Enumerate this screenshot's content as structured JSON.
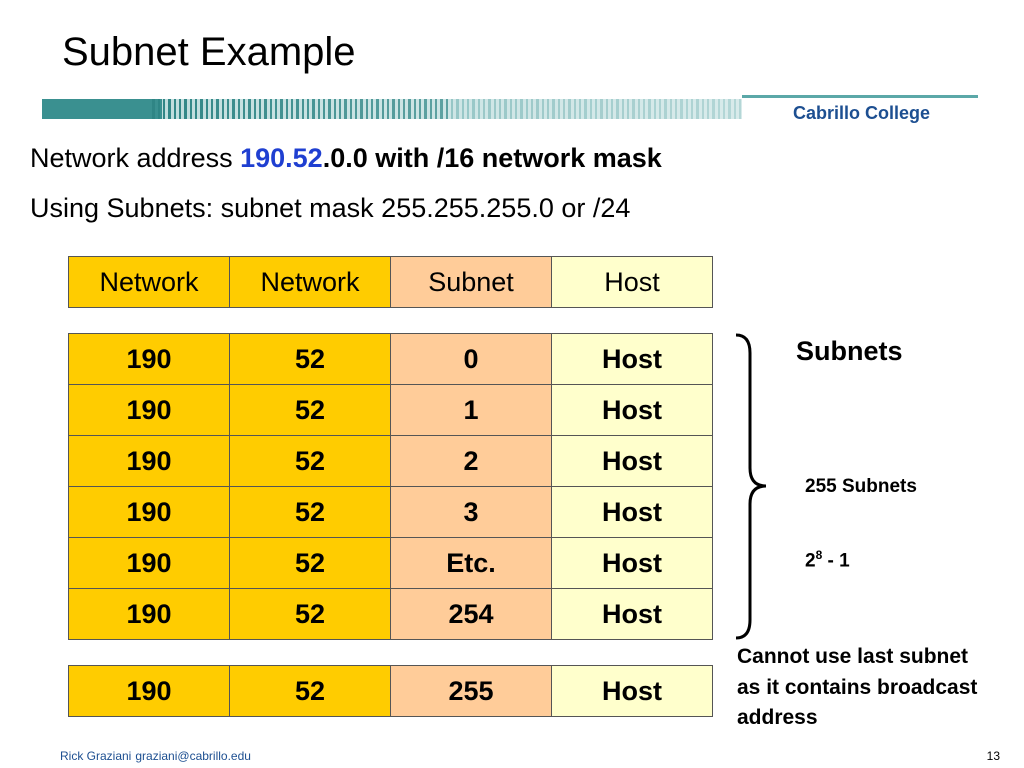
{
  "slide": {
    "title": "Subnet Example",
    "brand": "Cabrillo College",
    "line1": {
      "prefix": "Network address ",
      "highlight": "190.52",
      "rest": ".0.0 with /16 network mask"
    },
    "line2": "Using Subnets: subnet mask 255.255.255.0 or /24"
  },
  "colors": {
    "network": "#ffcc00",
    "subnet": "#ffcc99",
    "host": "#ffffcc",
    "brand_blue": "#1d4f91",
    "highlight_blue": "#1f3fd1"
  },
  "table": {
    "headers": [
      "Network",
      "Network",
      "Subnet",
      "Host"
    ],
    "rows": [
      [
        "190",
        "52",
        "0",
        "Host"
      ],
      [
        "190",
        "52",
        "1",
        "Host"
      ],
      [
        "190",
        "52",
        "2",
        "Host"
      ],
      [
        "190",
        "52",
        "3",
        "Host"
      ],
      [
        "190",
        "52",
        "Etc.",
        "Host"
      ],
      [
        "190",
        "52",
        "254",
        "Host"
      ]
    ],
    "last_row": [
      "190",
      "52",
      "255",
      "Host"
    ]
  },
  "annotations": {
    "subnets": "Subnets",
    "count": "255 Subnets",
    "formula_base": "2",
    "formula_exp": "8",
    "formula_rest": " - 1",
    "note": "Cannot use last subnet as it contains broadcast address"
  },
  "footer": {
    "author": "Rick Graziani",
    "email": "graziani@cabrillo.edu",
    "page": "13"
  }
}
